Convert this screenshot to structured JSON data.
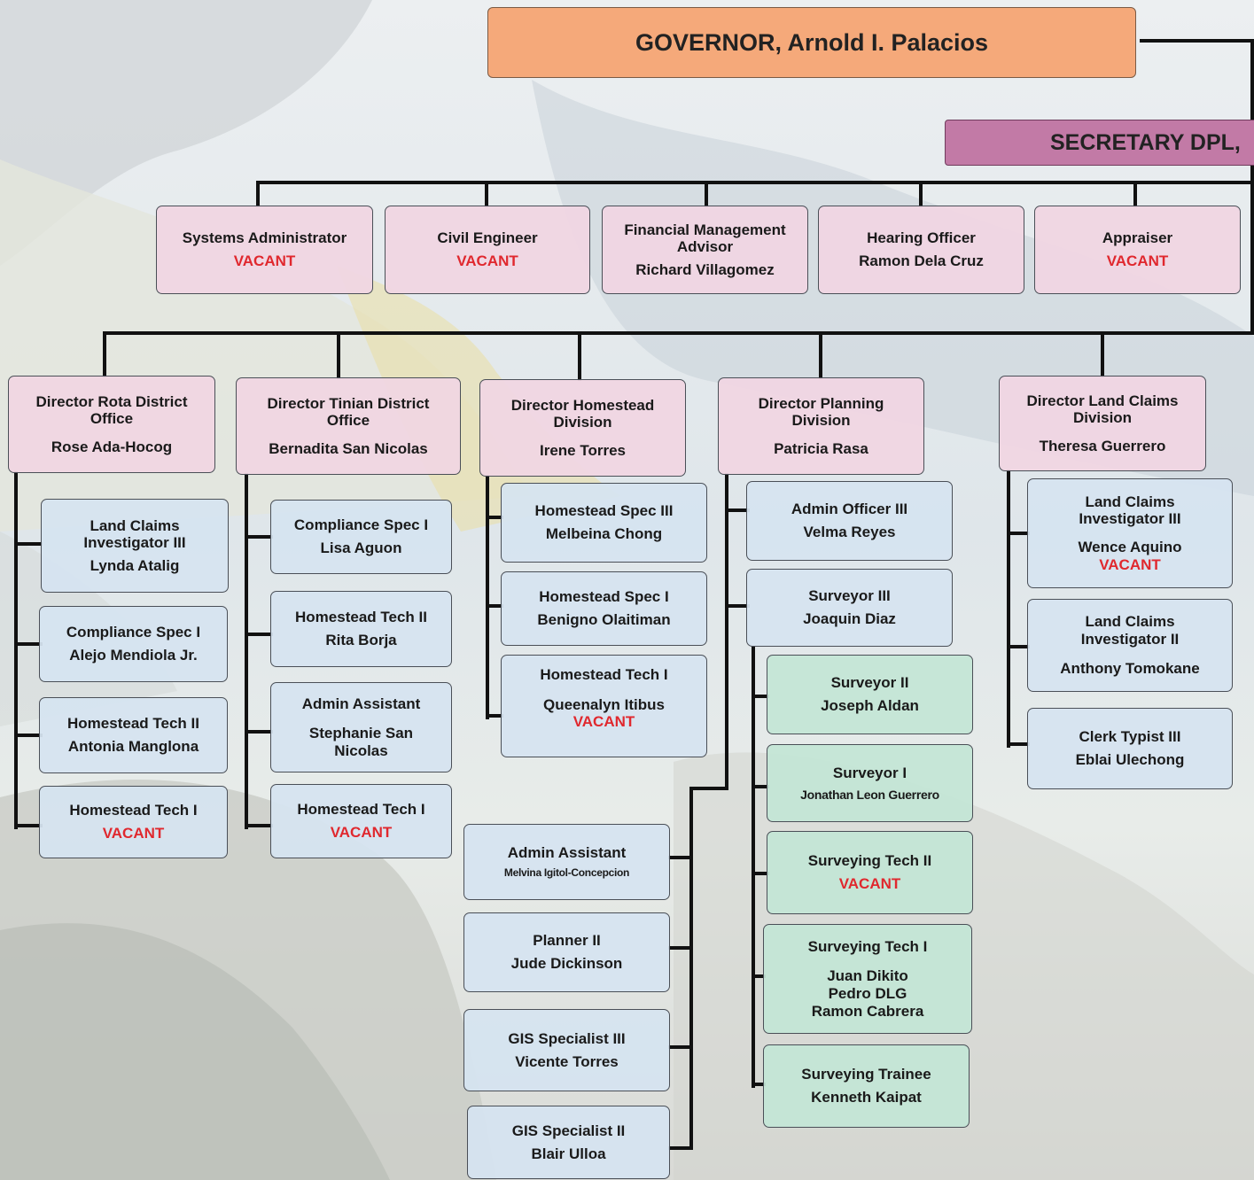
{
  "governor": "GOVERNOR, Arnold I. Palacios",
  "secretary": "SECRETARY DPL,",
  "staff": [
    {
      "title": "Systems Administrator",
      "name": "VACANT",
      "vacant": true
    },
    {
      "title": "Civil Engineer",
      "name": "VACANT",
      "vacant": true
    },
    {
      "title": "Financial Management Advisor",
      "name": "Richard Villagomez"
    },
    {
      "title": "Hearing Officer",
      "name": "Ramon Dela Cruz"
    },
    {
      "title": "Appraiser",
      "name": "VACANT",
      "vacant": true
    }
  ],
  "directors": [
    {
      "title": "Director Rota District Office",
      "name": "Rose Ada-Hocog"
    },
    {
      "title": "Director Tinian District Office",
      "name": "Bernadita San Nicolas"
    },
    {
      "title": "Director Homestead Division",
      "name": "Irene Torres"
    },
    {
      "title": "Director Planning Division",
      "name": "Patricia Rasa"
    },
    {
      "title": "Director Land Claims Division",
      "name": "Theresa Guerrero"
    }
  ],
  "rota": [
    {
      "title": "Land Claims Investigator III",
      "name": "Lynda Atalig"
    },
    {
      "title": "Compliance Spec I",
      "name": "Alejo Mendiola Jr."
    },
    {
      "title": "Homestead Tech II",
      "name": "Antonia Manglona"
    },
    {
      "title": "Homestead Tech I",
      "name": "VACANT",
      "vacant": true
    }
  ],
  "tinian": [
    {
      "title": "Compliance Spec I",
      "name": "Lisa Aguon"
    },
    {
      "title": "Homestead Tech II",
      "name": "Rita Borja"
    },
    {
      "title": "Admin Assistant",
      "name": "Stephanie San Nicolas"
    },
    {
      "title": "Homestead Tech I",
      "name": "VACANT",
      "vacant": true
    }
  ],
  "homestead": [
    {
      "title": "Homestead Spec III",
      "name": "Melbeina Chong"
    },
    {
      "title": "Homestead Spec I",
      "name": "Benigno Olaitiman"
    },
    {
      "title": "Homestead Tech I",
      "name": "Queenalyn Itibus",
      "extra": "VACANT"
    }
  ],
  "planning": [
    {
      "title": "Admin Officer III",
      "name": "Velma Reyes"
    },
    {
      "title": "Surveyor III",
      "name": "Joaquin Diaz"
    }
  ],
  "planning_left": [
    {
      "title": "Admin Assistant",
      "name": "Melvina Igitol-Concepcion"
    },
    {
      "title": "Planner II",
      "name": "Jude Dickinson"
    },
    {
      "title": "GIS Specialist III",
      "name": "Vicente Torres"
    },
    {
      "title": "GIS Specialist II",
      "name": "Blair Ulloa"
    }
  ],
  "surveyors": [
    {
      "title": "Surveyor II",
      "name": "Joseph Aldan"
    },
    {
      "title": "Surveyor I",
      "name": "Jonathan Leon Guerrero"
    },
    {
      "title": "Surveying Tech II",
      "name": "VACANT",
      "vacant": true
    },
    {
      "title": "Surveying Tech I",
      "names": [
        "Juan Dikito",
        "Pedro DLG",
        "Ramon Cabrera"
      ]
    },
    {
      "title": "Surveying Trainee",
      "name": "Kenneth Kaipat"
    }
  ],
  "landclaims": [
    {
      "title": "Land Claims Investigator III",
      "name": "Wence Aquino",
      "extra": "VACANT"
    },
    {
      "title": "Land Claims Investigator II",
      "name": "Anthony Tomokane"
    },
    {
      "title": "Clerk Typist III",
      "name": "Eblai Ulechong"
    }
  ]
}
